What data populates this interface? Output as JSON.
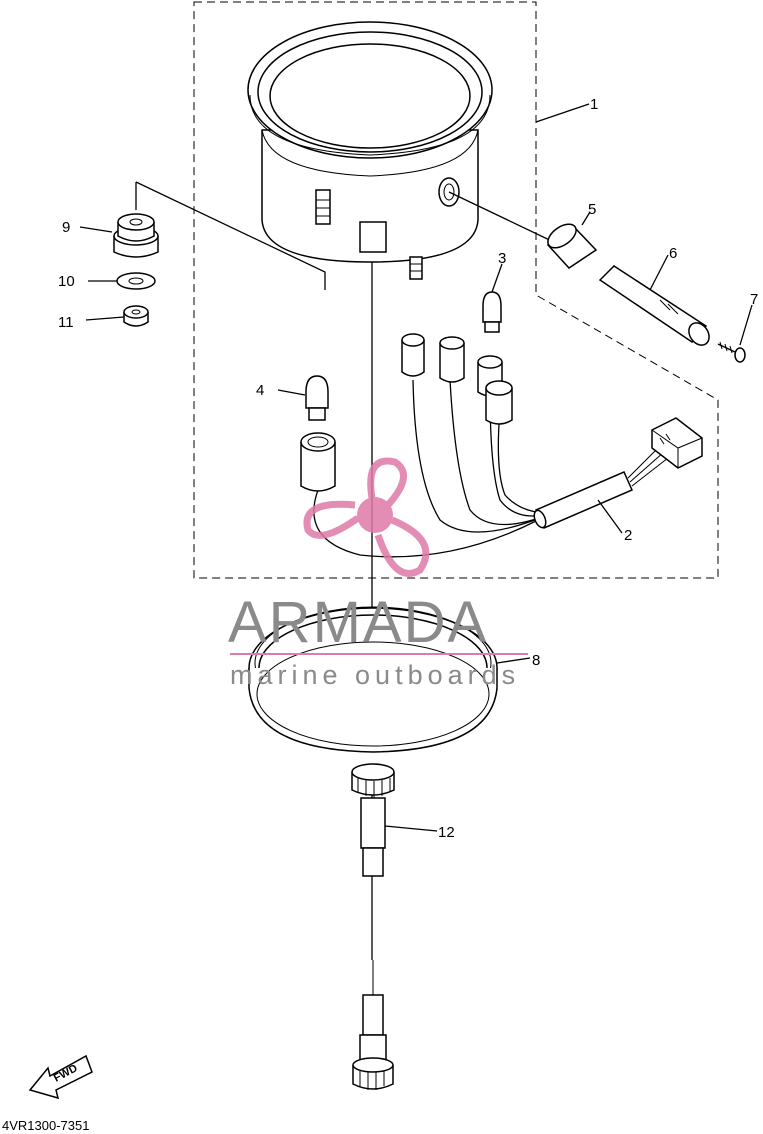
{
  "diagram_code": "4VR1300-7351",
  "fwd_label": "FWD",
  "watermark": {
    "brand": "ARMADA",
    "tagline": "marine outboards",
    "brand_color": "#8a8a8a",
    "logo_color": "#e07aa8"
  },
  "callouts": [
    "1",
    "2",
    "3",
    "4",
    "5",
    "6",
    "7",
    "8",
    "9",
    "10",
    "11",
    "12"
  ]
}
